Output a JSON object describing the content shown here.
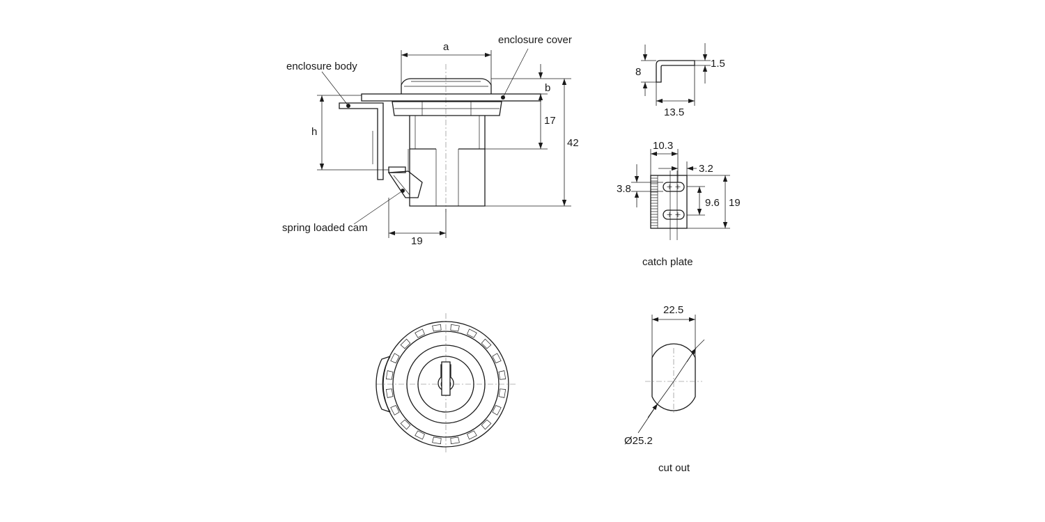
{
  "labels": {
    "enclosure_cover": "enclosure cover",
    "enclosure_body": "enclosure body",
    "spring_loaded_cam": "spring loaded cam",
    "catch_plate": "catch plate",
    "cut_out": "cut out"
  },
  "dimensions": {
    "a": "a",
    "b": "b",
    "h": "h",
    "d17": "17",
    "d42": "42",
    "d19_bottom": "19",
    "catch_8": "8",
    "catch_1_5": "1.5",
    "catch_13_5": "13.5",
    "plate_10_3": "10.3",
    "plate_3_2": "3.2",
    "plate_3_8": "3.8",
    "plate_9_6": "9.6",
    "plate_19": "19",
    "cutout_22_5": "22.5",
    "cutout_dia": "Ø25.2"
  }
}
